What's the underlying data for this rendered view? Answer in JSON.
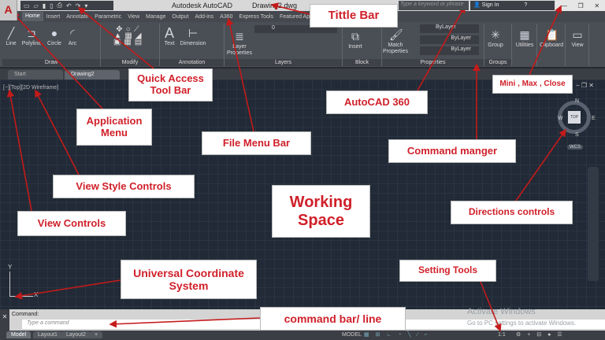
{
  "title_bar": {
    "app_name": "Autodesk AutoCAD",
    "file_name": "Drawing2.dwg",
    "search_placeholder": "Type a keyword or phrase",
    "sign_in": "Sign In",
    "help": "?"
  },
  "ribbon_tabs": [
    "Home",
    "Insert",
    "Annotate",
    "Parametric",
    "View",
    "Manage",
    "Output",
    "Add-ins",
    "A360",
    "Express Tools",
    "Featured Apps"
  ],
  "ribbon": {
    "draw": {
      "label": "Draw",
      "tools": [
        "Line",
        "Polyline",
        "Circle",
        "Arc"
      ]
    },
    "modify": {
      "label": "Modify"
    },
    "annotation": {
      "label": "Annotation",
      "tools": [
        "Text",
        "Dimension"
      ]
    },
    "layers": {
      "label": "Layers",
      "tools": [
        "Layer Properties"
      ],
      "layer_value": "0"
    },
    "block": {
      "label": "Block",
      "tools": [
        "Insert"
      ]
    },
    "properties": {
      "label": "Properties",
      "tools": [
        "Match Properties"
      ],
      "color": "ByLayer",
      "linetype": "ByLayer",
      "lineweight": "ByLayer"
    },
    "groups": {
      "label": "Groups",
      "tools": [
        "Group"
      ]
    },
    "utilities": "Utilities",
    "clipboard": "Clipboard",
    "view": "View"
  },
  "file_tabs": [
    "Start",
    "Drawing2"
  ],
  "viewport": {
    "label": "[−][Top][2D Wireframe]",
    "viewcube": {
      "face": "TOP",
      "north": "N",
      "south": "S",
      "east": "E",
      "west": "W",
      "ucs": "WCS"
    },
    "ucs_y": "Y",
    "ucs_x": "X"
  },
  "command": {
    "history": "Command:",
    "placeholder": "Type a command"
  },
  "watermark": {
    "line1": "Activate Windows",
    "line2": "Go to PC settings to activate Windows."
  },
  "layout_tabs": [
    "Model",
    "Layout1",
    "Layout2",
    "+"
  ],
  "status_bar": {
    "model": "MODEL",
    "scale": "1:1"
  },
  "annotations": {
    "title_bar": "Tittle Bar",
    "quick_access": "Quick Access Tool Bar",
    "app_menu": "Application Menu",
    "file_menu": "File Menu Bar",
    "autocad360": "AutoCAD 360",
    "window_controls": "Mini , Max , Close",
    "command_manager": "Command manger",
    "view_style": "View Style  Controls",
    "view_controls": "View Controls",
    "working_space": "Working Space",
    "directions": "Directions  controls",
    "ucs": "Universal Coordinate System",
    "setting_tools": "Setting Tools",
    "command_bar": "command bar/ line"
  },
  "colors": {
    "annotation_text": "#d0202a",
    "arrow": "#c41a1a",
    "viewport_bg": "#212a36",
    "ribbon_bg": "#4a4e55"
  }
}
